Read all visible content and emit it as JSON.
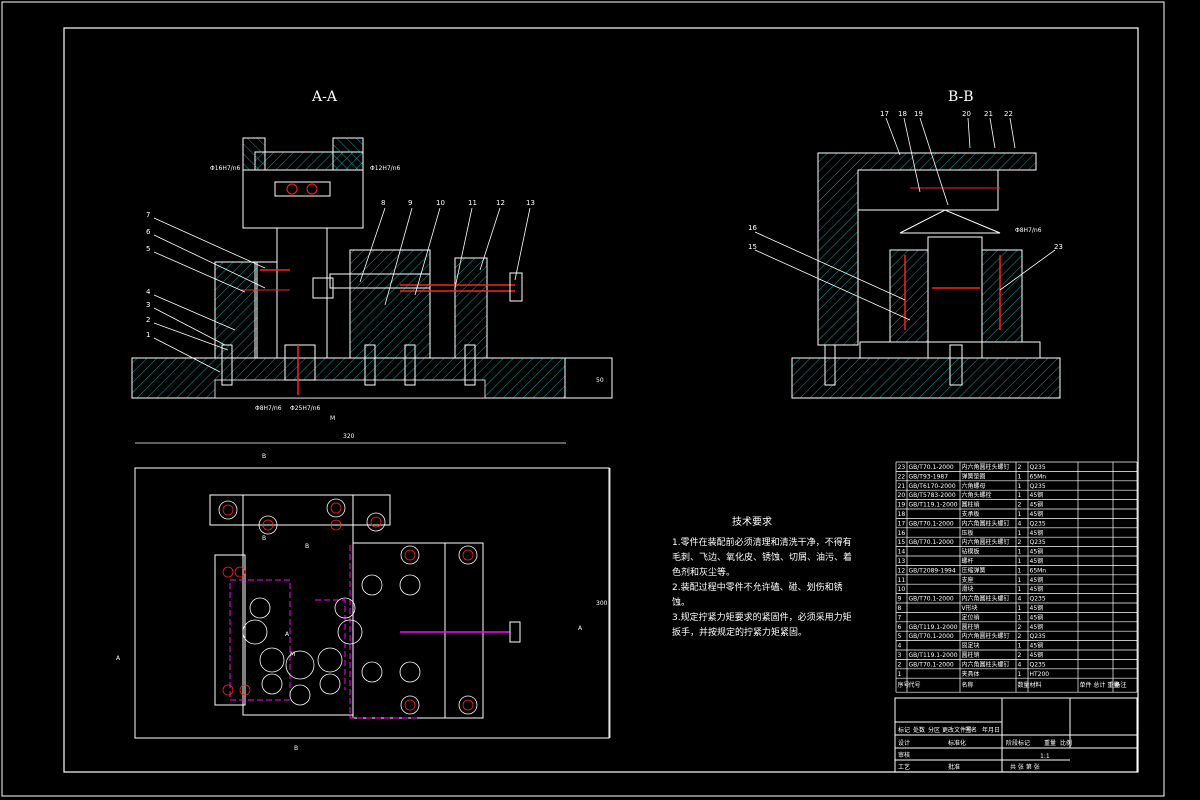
{
  "views": {
    "section_a": "A-A",
    "section_b": "B-B"
  },
  "dimensions": {
    "width_320": "320",
    "height_300": "300",
    "height_50": "50",
    "fit_top_left": "Φ16H7/n6",
    "fit_top_right": "Φ12H7/n6",
    "fit_bottom_1": "Φ8H7/n6",
    "fit_bottom_2": "Φ25H7/n6",
    "fit_b_section": "Φ8H7/n6",
    "m_label": "M"
  },
  "part_labels_a": [
    "7",
    "6",
    "5",
    "4",
    "3",
    "2",
    "1",
    "8",
    "9",
    "10",
    "11",
    "12",
    "13"
  ],
  "part_labels_b": [
    "17",
    "18",
    "19",
    "20",
    "21",
    "22",
    "16",
    "15",
    "23"
  ],
  "plan_view": {
    "marker_b_top": "B",
    "marker_b_bottom": "B",
    "marker_a_left": "A",
    "marker_a_right": "A",
    "label_b_inner": "B",
    "label_b_center": "B",
    "label_a_inner": "A",
    "label_m": "M"
  },
  "tech_requirements": {
    "title": "技术要求",
    "items": [
      "1.零件在装配前必须清理和清洗干净，不得有毛刺、飞边、氧化皮、锈蚀、切屑、油污、着色剂和灰尘等。",
      "2.装配过程中零件不允许磕、碰、划伤和锈蚀。",
      "3.规定拧紧力矩要求的紧固件，必须采用力矩扳手，并按规定的拧紧力矩紧固。"
    ]
  },
  "parts_table": {
    "header": [
      "序号",
      "代号",
      "名称",
      "数量",
      "材料",
      "单件 总计 重量",
      "备注"
    ],
    "rows": [
      [
        "23",
        "GB/T70.1-2000",
        "内六角圆柱头螺钉",
        "2",
        "Q235",
        "",
        ""
      ],
      [
        "22",
        "GB/T93-1987",
        "弹簧垫圈",
        "1",
        "65Mn",
        "",
        ""
      ],
      [
        "21",
        "GB/T6170-2000",
        "六角螺母",
        "1",
        "Q235",
        "",
        ""
      ],
      [
        "20",
        "GB/T5783-2000",
        "六角头螺栓",
        "1",
        "45钢",
        "",
        ""
      ],
      [
        "19",
        "GB/T119.1-2000",
        "圆柱销",
        "2",
        "45钢",
        "",
        ""
      ],
      [
        "18",
        "",
        "支承板",
        "1",
        "45钢",
        "",
        ""
      ],
      [
        "17",
        "GB/T70.1-2000",
        "内六角圆柱头螺钉",
        "4",
        "Q235",
        "",
        ""
      ],
      [
        "16",
        "",
        "压板",
        "1",
        "45钢",
        "",
        ""
      ],
      [
        "15",
        "GB/T70.1-2000",
        "内六角圆柱头螺钉",
        "2",
        "Q235",
        "",
        ""
      ],
      [
        "14",
        "",
        "钻模板",
        "1",
        "45钢",
        "",
        ""
      ],
      [
        "13",
        "",
        "螺杆",
        "1",
        "45钢",
        "",
        ""
      ],
      [
        "12",
        "GB/T2089-1994",
        "压缩弹簧",
        "1",
        "65Mn",
        "",
        ""
      ],
      [
        "11",
        "",
        "支座",
        "1",
        "45钢",
        "",
        ""
      ],
      [
        "10",
        "",
        "滑块",
        "1",
        "45钢",
        "",
        ""
      ],
      [
        "9",
        "GB/T70.1-2000",
        "内六角圆柱头螺钉",
        "4",
        "Q235",
        "",
        ""
      ],
      [
        "8",
        "",
        "V形块",
        "1",
        "45钢",
        "",
        ""
      ],
      [
        "7",
        "",
        "定位销",
        "1",
        "45钢",
        "",
        ""
      ],
      [
        "6",
        "GB/T119.1-2000",
        "圆柱销",
        "2",
        "45钢",
        "",
        ""
      ],
      [
        "5",
        "GB/T70.1-2000",
        "内六角圆柱头螺钉",
        "2",
        "Q235",
        "",
        ""
      ],
      [
        "4",
        "",
        "固定块",
        "1",
        "45钢",
        "",
        ""
      ],
      [
        "3",
        "GB/T119.1-2000",
        "圆柱销",
        "2",
        "45钢",
        "",
        ""
      ],
      [
        "2",
        "GB/T70.1-2000",
        "内六角圆柱头螺钉",
        "4",
        "Q235",
        "",
        ""
      ],
      [
        "1",
        "",
        "夹具体",
        "1",
        "HT200",
        "",
        ""
      ]
    ]
  },
  "title_block": {
    "mark": "标记",
    "count": "处数",
    "zone": "分区",
    "change_no": "更改文件号",
    "sign": "签名",
    "date": "年月日",
    "design": "设计",
    "standard": "标准化",
    "stage_mark": "阶段标记",
    "weight": "重量",
    "scale": "比例",
    "scale_value": "1:1",
    "review": "审核",
    "process": "工艺",
    "approve": "批准",
    "sheets": "共 张 第 张"
  },
  "colors": {
    "background": "#000000",
    "line": "#ffffff",
    "hatch": "#00c8c8",
    "hidden": "#ff00ff",
    "red": "#ff2020",
    "yellow": "#ffff00",
    "green": "#00ff00"
  }
}
